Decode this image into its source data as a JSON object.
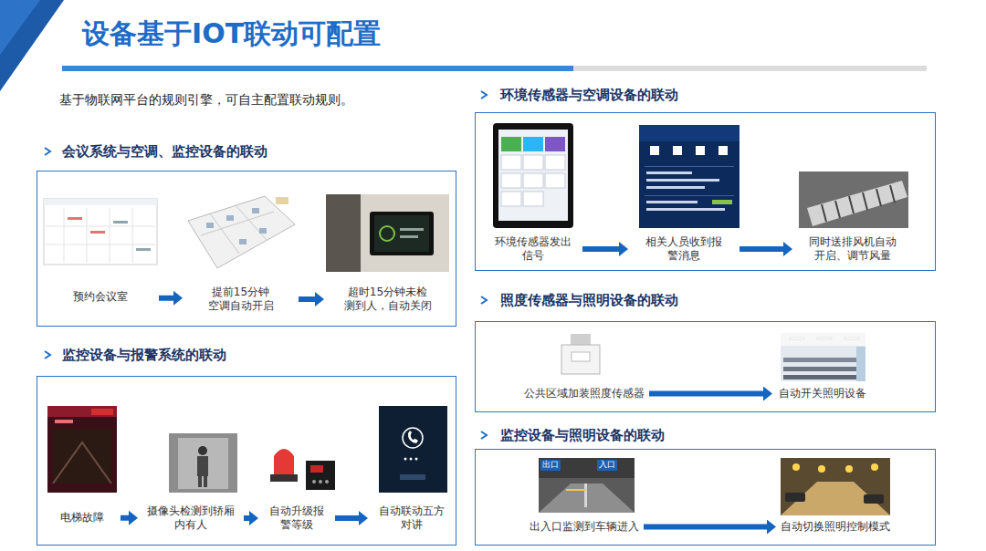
{
  "diagram": {
    "title": "设备基于IOT联动可配置",
    "nodes": [
      {
        "text": [
          "会议系统与空调、监控设备的联动"
        ]
      },
      {
        "text": [
          "预约会议室"
        ],
        "in": 0
      },
      {
        "text": [
          "提前15分钟 空调自动开启"
        ],
        "in": 0
      },
      {
        "text": [
          "超时15分钟未检 测到人，自动关闭"
        ],
        "in": 0
      },
      {
        "text": [
          "监控设备与报警系统的联动"
        ]
      },
      {
        "text": [
          "电梯故障"
        ],
        "in": 4
      },
      {
        "text": [
          "摄像头检测到轿厢 内有人"
        ],
        "in": 4
      },
      {
        "text": [
          "自动升级报 警等级"
        ],
        "in": 4
      },
      {
        "text": [
          "自动联动五方 对讲"
        ],
        "in": 4
      },
      {
        "text": [
          "环境传感器与空调设备的联动"
        ]
      },
      {
        "text": [
          "环境传感器发出 信号"
        ],
        "in": 9
      },
      {
        "text": [
          "相关人员收到报 警消息"
        ],
        "in": 9
      },
      {
        "text": [
          "同时送排风机自动 开启、调节风量"
        ],
        "in": 9
      },
      {
        "text": [
          "照度传感器与照明设备的联动"
        ]
      },
      {
        "text": [
          "公共区域加装照度传感器"
        ],
        "in": 13
      },
      {
        "text": [
          "自动开关照明设备"
        ],
        "in": 13
      },
      {
        "text": [
          "监控设备与照明设备的联动"
        ]
      },
      {
        "text": [
          "出入口监测到车辆进入"
        ],
        "in": 16
      },
      {
        "text": [
          "自动切换照明控制模式"
        ],
        "in": 16
      }
    ],
    "edges": [
      {
        "from": 1,
        "to": 2,
        "arrow": "to"
      },
      {
        "from": 2,
        "to": 3,
        "arrow": "to"
      },
      {
        "from": 5,
        "to": 6,
        "arrow": "to"
      },
      {
        "from": 6,
        "to": 7,
        "arrow": "to"
      },
      {
        "from": 7,
        "to": 8,
        "arrow": "to"
      },
      {
        "from": 10,
        "to": 11,
        "arrow": "to"
      },
      {
        "from": 11,
        "to": 12,
        "arrow": "to"
      },
      {
        "from": 14,
        "to": 15,
        "arrow": "to"
      },
      {
        "from": 17,
        "to": 18,
        "arrow": "to"
      }
    ],
    "labels": [
      "基于物联网平台的规则引擎，可自主配置联动规则。",
      "出口",
      "入口"
    ]
  }
}
